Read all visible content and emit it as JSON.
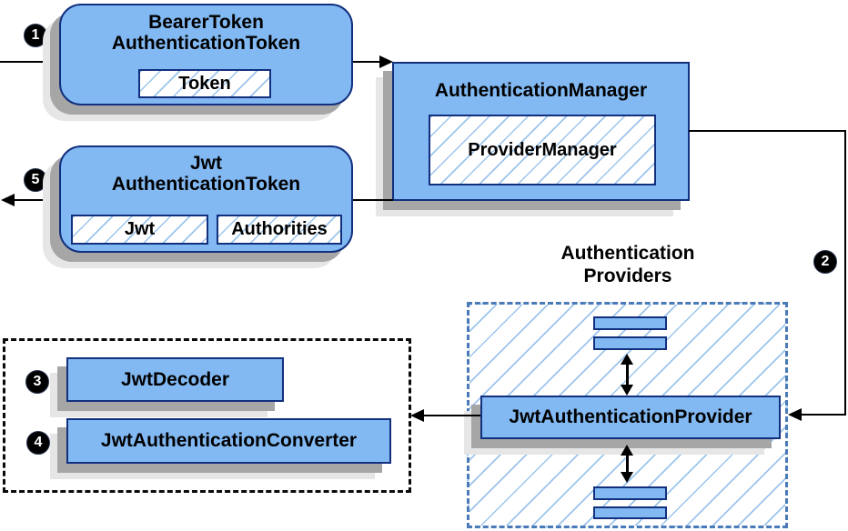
{
  "steps": {
    "s1": "1",
    "s2": "2",
    "s3": "3",
    "s4": "4",
    "s5": "5"
  },
  "nodes": {
    "bearer_token": {
      "title_line1": "BearerToken",
      "title_line2": "AuthenticationToken",
      "slot_token": "Token"
    },
    "authentication_manager": {
      "title": "AuthenticationManager",
      "slot_provider_manager": "ProviderManager"
    },
    "jwt_authentication_token": {
      "title_line1": "Jwt",
      "title_line2": "AuthenticationToken",
      "slot_jwt": "Jwt",
      "slot_authorities": "Authorities"
    },
    "jwt_authentication_provider": {
      "title": "JwtAuthenticationProvider"
    },
    "jwt_decoder": {
      "title": "JwtDecoder"
    },
    "jwt_authentication_converter": {
      "title": "JwtAuthenticationConverter"
    }
  },
  "groups": {
    "authentication_providers": {
      "label_line1": "Authentication",
      "label_line2": "Providers"
    }
  },
  "colors": {
    "node_fill": "#82b9f3",
    "node_border": "#12307e",
    "hatch_line": "#9cc4ec",
    "dashed_blue": "#4a7ab8",
    "shadow_dark": "#a6a6a6",
    "shadow_light": "#e6e6e6",
    "line": "#000000"
  }
}
